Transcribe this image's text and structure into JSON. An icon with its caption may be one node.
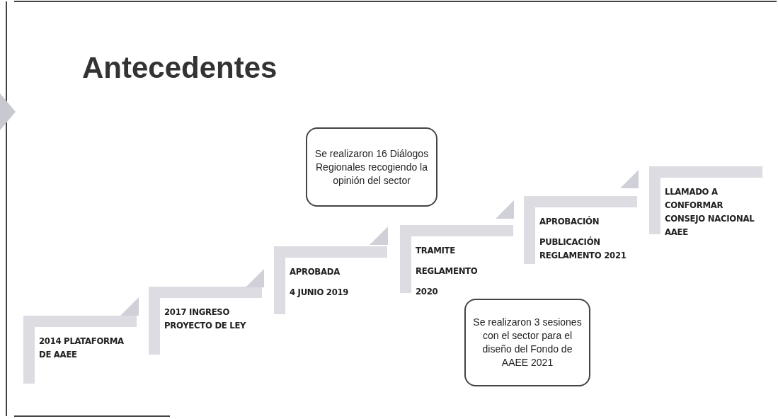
{
  "diagram": {
    "title": "Antecedentes",
    "nodes": [
      {
        "text": [
          "2014 PLATAFORMA DE AAEE"
        ]
      },
      {
        "text": [
          "2017 INGRESO PROYECTO DE LEY"
        ]
      },
      {
        "text": [
          "APROBADA",
          "4 JUNIO 2019"
        ]
      },
      {
        "text": [
          "TRAMITE",
          "REGLAMENTO",
          "2020"
        ]
      },
      {
        "text": [
          "APROBACIÓN",
          "PUBLICACIÓN REGLAMENTO 2021"
        ]
      },
      {
        "text": [
          "LLAMADO A CONFORMAR CONSEJO NACIONAL AAEE"
        ]
      },
      {
        "text": [
          "Se realizaron 16 Diálogos Regionales recogiendo la opinión del sector"
        ]
      },
      {
        "text": [
          "Se realizaron 3 sesiones con el sector para el diseño del Fondo de AAEE 2021"
        ]
      }
    ],
    "edges": []
  }
}
